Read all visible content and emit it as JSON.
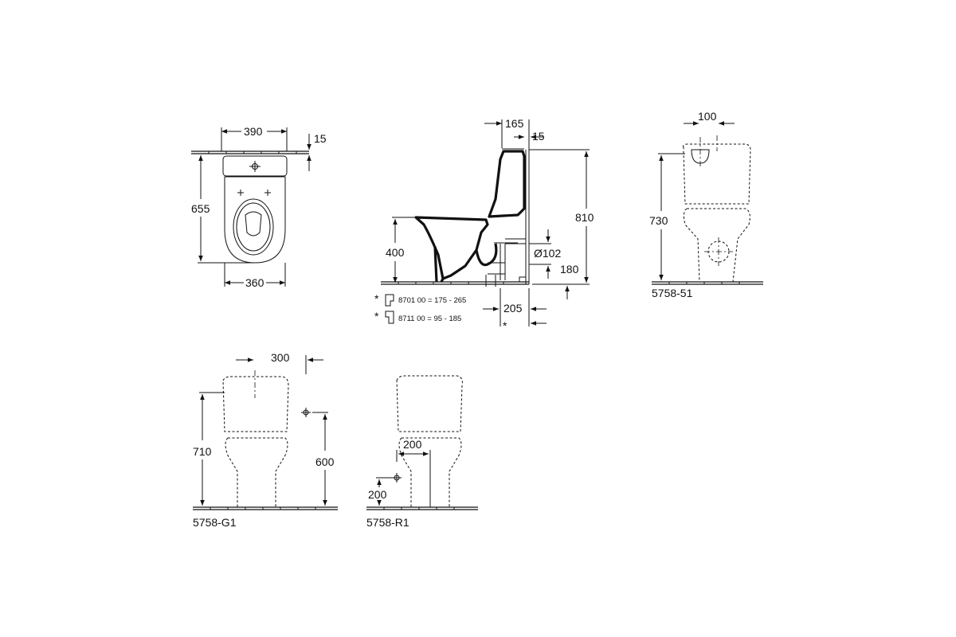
{
  "views": {
    "top": {
      "width_top": "390",
      "rear_gap": "15",
      "depth": "655",
      "width_bottom": "360"
    },
    "side": {
      "cistern_depth": "165",
      "wall_gap": "15",
      "total_height": "810",
      "seat_height": "400",
      "pipe_diameter": "Ø102",
      "outlet_height": "180",
      "outlet_offset": "205",
      "asterisk_note": "*",
      "connectors": [
        {
          "mark": "*",
          "text": "8701 00  = 175 -  265"
        },
        {
          "mark": "*",
          "text": "8711 00  =  95 -  185"
        }
      ]
    },
    "rear": {
      "inlet_width": "100",
      "height": "730",
      "code": "5758-51"
    },
    "front_g1": {
      "inlet_offset": "300",
      "height": "710",
      "inlet_height": "600",
      "code": "5758-G1"
    },
    "front_r1": {
      "inlet_offset": "200",
      "inlet_height": "200",
      "code": "5758-R1"
    }
  }
}
